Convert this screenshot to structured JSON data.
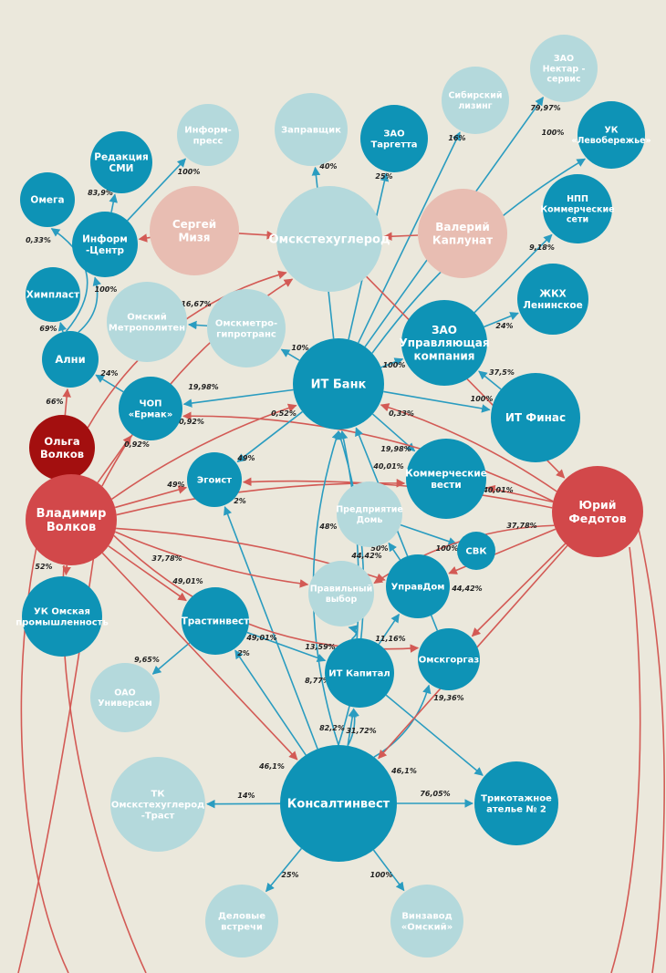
{
  "colors": {
    "background": "#ebe8dc",
    "teal": "#0e93b6",
    "light_teal": "#b4d9dc",
    "pink": "#e8bdb2",
    "red": "#d2484a",
    "dark_red": "#a30f0f",
    "edge_teal": "#2a9cc0",
    "edge_red": "#d35a55"
  },
  "nodes": [
    {
      "id": "nectar",
      "label": [
        "ЗАО",
        "Нектар -",
        "сервис"
      ],
      "style": "light"
    },
    {
      "id": "sibl",
      "label": [
        "Сибирский",
        "лизинг"
      ],
      "style": "light"
    },
    {
      "id": "ukl",
      "label": [
        "УК",
        "«Левобережье»"
      ],
      "style": "teal"
    },
    {
      "id": "targ",
      "label": [
        "ЗАО",
        "Таргетта"
      ],
      "style": "teal"
    },
    {
      "id": "zapr",
      "label": [
        "Заправщик"
      ],
      "style": "light"
    },
    {
      "id": "infpress",
      "label": [
        "Информ-",
        "пресс"
      ],
      "style": "light"
    },
    {
      "id": "redsmi",
      "label": [
        "Редакция",
        "СМИ"
      ],
      "style": "teal"
    },
    {
      "id": "omega",
      "label": [
        "Омега"
      ],
      "style": "teal"
    },
    {
      "id": "infc",
      "label": [
        "Информ",
        "-Центр"
      ],
      "style": "teal"
    },
    {
      "id": "sergey",
      "label": [
        "Сергей",
        "Мизя"
      ],
      "style": "pink"
    },
    {
      "id": "omskteh",
      "label": [
        "Омскстехуглерод"
      ],
      "style": "light"
    },
    {
      "id": "valeriy",
      "label": [
        "Валерий",
        "Каплунат"
      ],
      "style": "pink"
    },
    {
      "id": "npp",
      "label": [
        "НПП",
        "Коммерческие",
        "сети"
      ],
      "style": "teal"
    },
    {
      "id": "himplast",
      "label": [
        "Химпласт"
      ],
      "style": "teal"
    },
    {
      "id": "omsmetro",
      "label": [
        "Омский",
        "Метрополитен"
      ],
      "style": "light"
    },
    {
      "id": "omgipro",
      "label": [
        "Омскметро-",
        "гипротранс"
      ],
      "style": "light"
    },
    {
      "id": "zhkh",
      "label": [
        "ЖКХ",
        "Ленинское"
      ],
      "style": "teal"
    },
    {
      "id": "zaouk",
      "label": [
        "ЗАО",
        "Управляющая",
        "компания"
      ],
      "style": "teal"
    },
    {
      "id": "alni",
      "label": [
        "Ални"
      ],
      "style": "teal"
    },
    {
      "id": "itbank",
      "label": [
        "ИТ Банк"
      ],
      "style": "teal"
    },
    {
      "id": "chop",
      "label": [
        "ЧОП",
        "«Ермак»"
      ],
      "style": "teal"
    },
    {
      "id": "itfin",
      "label": [
        "ИТ Финас"
      ],
      "style": "teal"
    },
    {
      "id": "olga",
      "label": [
        "Ольга",
        "Волков"
      ],
      "style": "darkred"
    },
    {
      "id": "egoist",
      "label": [
        "Эгоист"
      ],
      "style": "teal"
    },
    {
      "id": "kommv",
      "label": [
        "Коммерческие",
        "вести"
      ],
      "style": "teal"
    },
    {
      "id": "vladimir",
      "label": [
        "Владимир",
        "Волков"
      ],
      "style": "red"
    },
    {
      "id": "yuriy",
      "label": [
        "Юрий",
        "Федотов"
      ],
      "style": "red"
    },
    {
      "id": "preddom",
      "label": [
        "Предприятие",
        "Домь"
      ],
      "style": "light"
    },
    {
      "id": "svk",
      "label": [
        "СВК"
      ],
      "style": "teal"
    },
    {
      "id": "pravvyb",
      "label": [
        "Правильный",
        "выбор"
      ],
      "style": "light"
    },
    {
      "id": "upravdom",
      "label": [
        "УправДом"
      ],
      "style": "teal"
    },
    {
      "id": "ukomsk",
      "label": [
        "УК Омская",
        "промышленность"
      ],
      "style": "teal"
    },
    {
      "id": "trastinv",
      "label": [
        "Трастинвест"
      ],
      "style": "teal"
    },
    {
      "id": "omskgorgaz",
      "label": [
        "Омскгоргаз"
      ],
      "style": "teal"
    },
    {
      "id": "itkap",
      "label": [
        "ИТ Капитал"
      ],
      "style": "teal"
    },
    {
      "id": "oao",
      "label": [
        "ОАО",
        "Универсам"
      ],
      "style": "light"
    },
    {
      "id": "tk",
      "label": [
        "ТК",
        "Омскстехуглерод",
        "-Траст"
      ],
      "style": "light"
    },
    {
      "id": "konsalt",
      "label": [
        "Консалтинвест"
      ],
      "style": "teal"
    },
    {
      "id": "trikot",
      "label": [
        "Трикотажное",
        "ателье № 2"
      ],
      "style": "teal"
    },
    {
      "id": "delov",
      "label": [
        "Деловые",
        "встречи"
      ],
      "style": "light"
    },
    {
      "id": "vinzavod",
      "label": [
        "Винзавод",
        "«Омский»"
      ],
      "style": "light"
    }
  ],
  "edge_labels": [
    {
      "id": "e-nectar",
      "text": "79,97%"
    },
    {
      "id": "e-ukl",
      "text": "100%"
    },
    {
      "id": "e-sibl",
      "text": "16%"
    },
    {
      "id": "e-targ",
      "text": "25%"
    },
    {
      "id": "e-zapr",
      "text": "40%"
    },
    {
      "id": "e-infpress",
      "text": "100%"
    },
    {
      "id": "e-redsmi",
      "text": "83,9%"
    },
    {
      "id": "e-omega",
      "text": "0,33%"
    },
    {
      "id": "e-infc",
      "text": "100%"
    },
    {
      "id": "e-npp",
      "text": "9,18%"
    },
    {
      "id": "e-omgipro",
      "text": "16,67%"
    },
    {
      "id": "e-zhkh",
      "text": "24%"
    },
    {
      "id": "e-himplast",
      "text": "69%"
    },
    {
      "id": "e-alni",
      "text": "66%"
    },
    {
      "id": "e-chop-alni",
      "text": "24%"
    },
    {
      "id": "e-itbank-omgipro",
      "text": "10%"
    },
    {
      "id": "e-zaouk",
      "text": "100%"
    },
    {
      "id": "e-itfin-zaouk",
      "text": "37,5%"
    },
    {
      "id": "e-itfin",
      "text": "100%"
    },
    {
      "id": "e-chop",
      "text": "19,98%"
    },
    {
      "id": "e-chop2",
      "text": "0,92%"
    },
    {
      "id": "e-itbank-v",
      "text": "0,52%"
    },
    {
      "id": "e-itbank-y",
      "text": "0,33%"
    },
    {
      "id": "e-chop3",
      "text": "0,92%"
    },
    {
      "id": "e-kommv",
      "text": "19,98%"
    },
    {
      "id": "e-egoist-y",
      "text": "49%"
    },
    {
      "id": "e-egoist-v",
      "text": "49%"
    },
    {
      "id": "e-kommv-v",
      "text": "40,01%"
    },
    {
      "id": "e-kommv-y",
      "text": "40,01%"
    },
    {
      "id": "e-egoist",
      "text": "2%"
    },
    {
      "id": "e-pravvyb",
      "text": "48%"
    },
    {
      "id": "e-preddom",
      "text": "50%"
    },
    {
      "id": "e-svk",
      "text": "100%"
    },
    {
      "id": "e-upravdom",
      "text": "44,42%"
    },
    {
      "id": "e-pravvyb-y",
      "text": "37,78%"
    },
    {
      "id": "e-upravdom-y",
      "text": "44,42%"
    },
    {
      "id": "e-ukomsk",
      "text": "52%"
    },
    {
      "id": "e-pravvyb-v",
      "text": "37,78%"
    },
    {
      "id": "e-trastinv",
      "text": "49,01%"
    },
    {
      "id": "e-itkap-tr",
      "text": "49,01%"
    },
    {
      "id": "e-itkap-up",
      "text": "11,16%"
    },
    {
      "id": "e-itbank-itkap",
      "text": "13,59%"
    },
    {
      "id": "e-oao",
      "text": "9,65%"
    },
    {
      "id": "e-trastinv-k",
      "text": "2%"
    },
    {
      "id": "e-itkap-k",
      "text": "8,77%"
    },
    {
      "id": "e-omskgorgaz",
      "text": "19,36%"
    },
    {
      "id": "e-konsalt-v",
      "text": "46,1%"
    },
    {
      "id": "e-konsalt-itkap",
      "text": "82,2%"
    },
    {
      "id": "e-konsalt-gaz",
      "text": "31,72%"
    },
    {
      "id": "e-konsalt-y",
      "text": "46,1%"
    },
    {
      "id": "e-tk",
      "text": "14%"
    },
    {
      "id": "e-trikot",
      "text": "76,05%"
    },
    {
      "id": "e-delov",
      "text": "25%"
    },
    {
      "id": "e-vinzavod",
      "text": "100%"
    }
  ]
}
